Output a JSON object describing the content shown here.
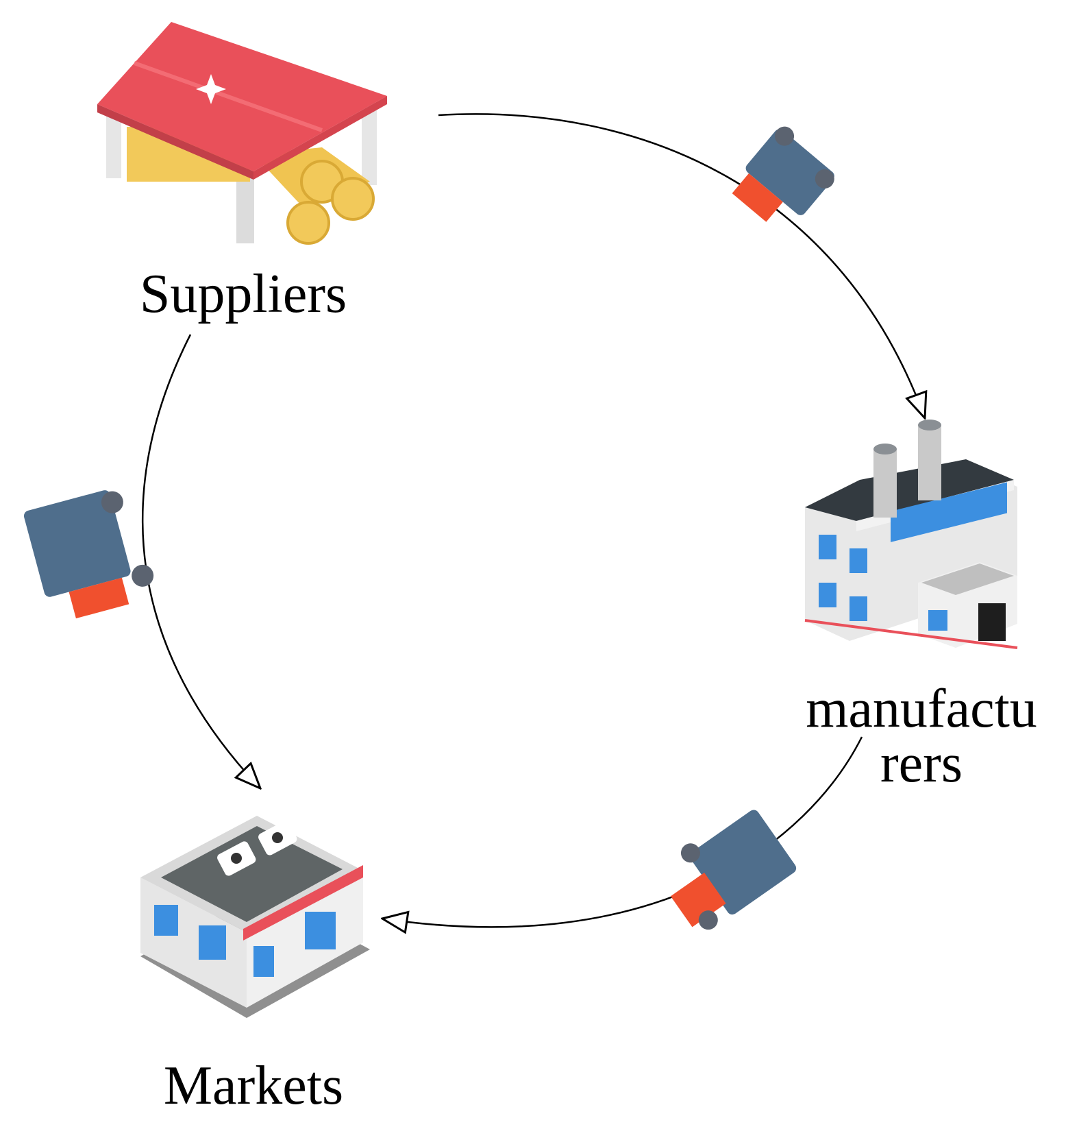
{
  "nodes": {
    "suppliers": {
      "label": "Suppliers",
      "icon": "warehouse-icon"
    },
    "manufacturers": {
      "label_line1": "manufactu",
      "label_line2": "rers",
      "icon": "factory-icon"
    },
    "markets": {
      "label": "Markets",
      "icon": "store-icon"
    }
  },
  "edges": [
    {
      "from": "Suppliers",
      "to": "manufacturers",
      "icon": "truck-icon"
    },
    {
      "from": "manufacturers",
      "to": "Markets",
      "icon": "truck-icon"
    },
    {
      "from": "Suppliers",
      "to": "Markets",
      "icon": "truck-icon"
    }
  ],
  "colors": {
    "roof": "#e9505a",
    "truck_body": "#4f6e8c",
    "truck_cab": "#f0502e",
    "window": "#3c8fe0",
    "logs": "#f2c95a"
  }
}
